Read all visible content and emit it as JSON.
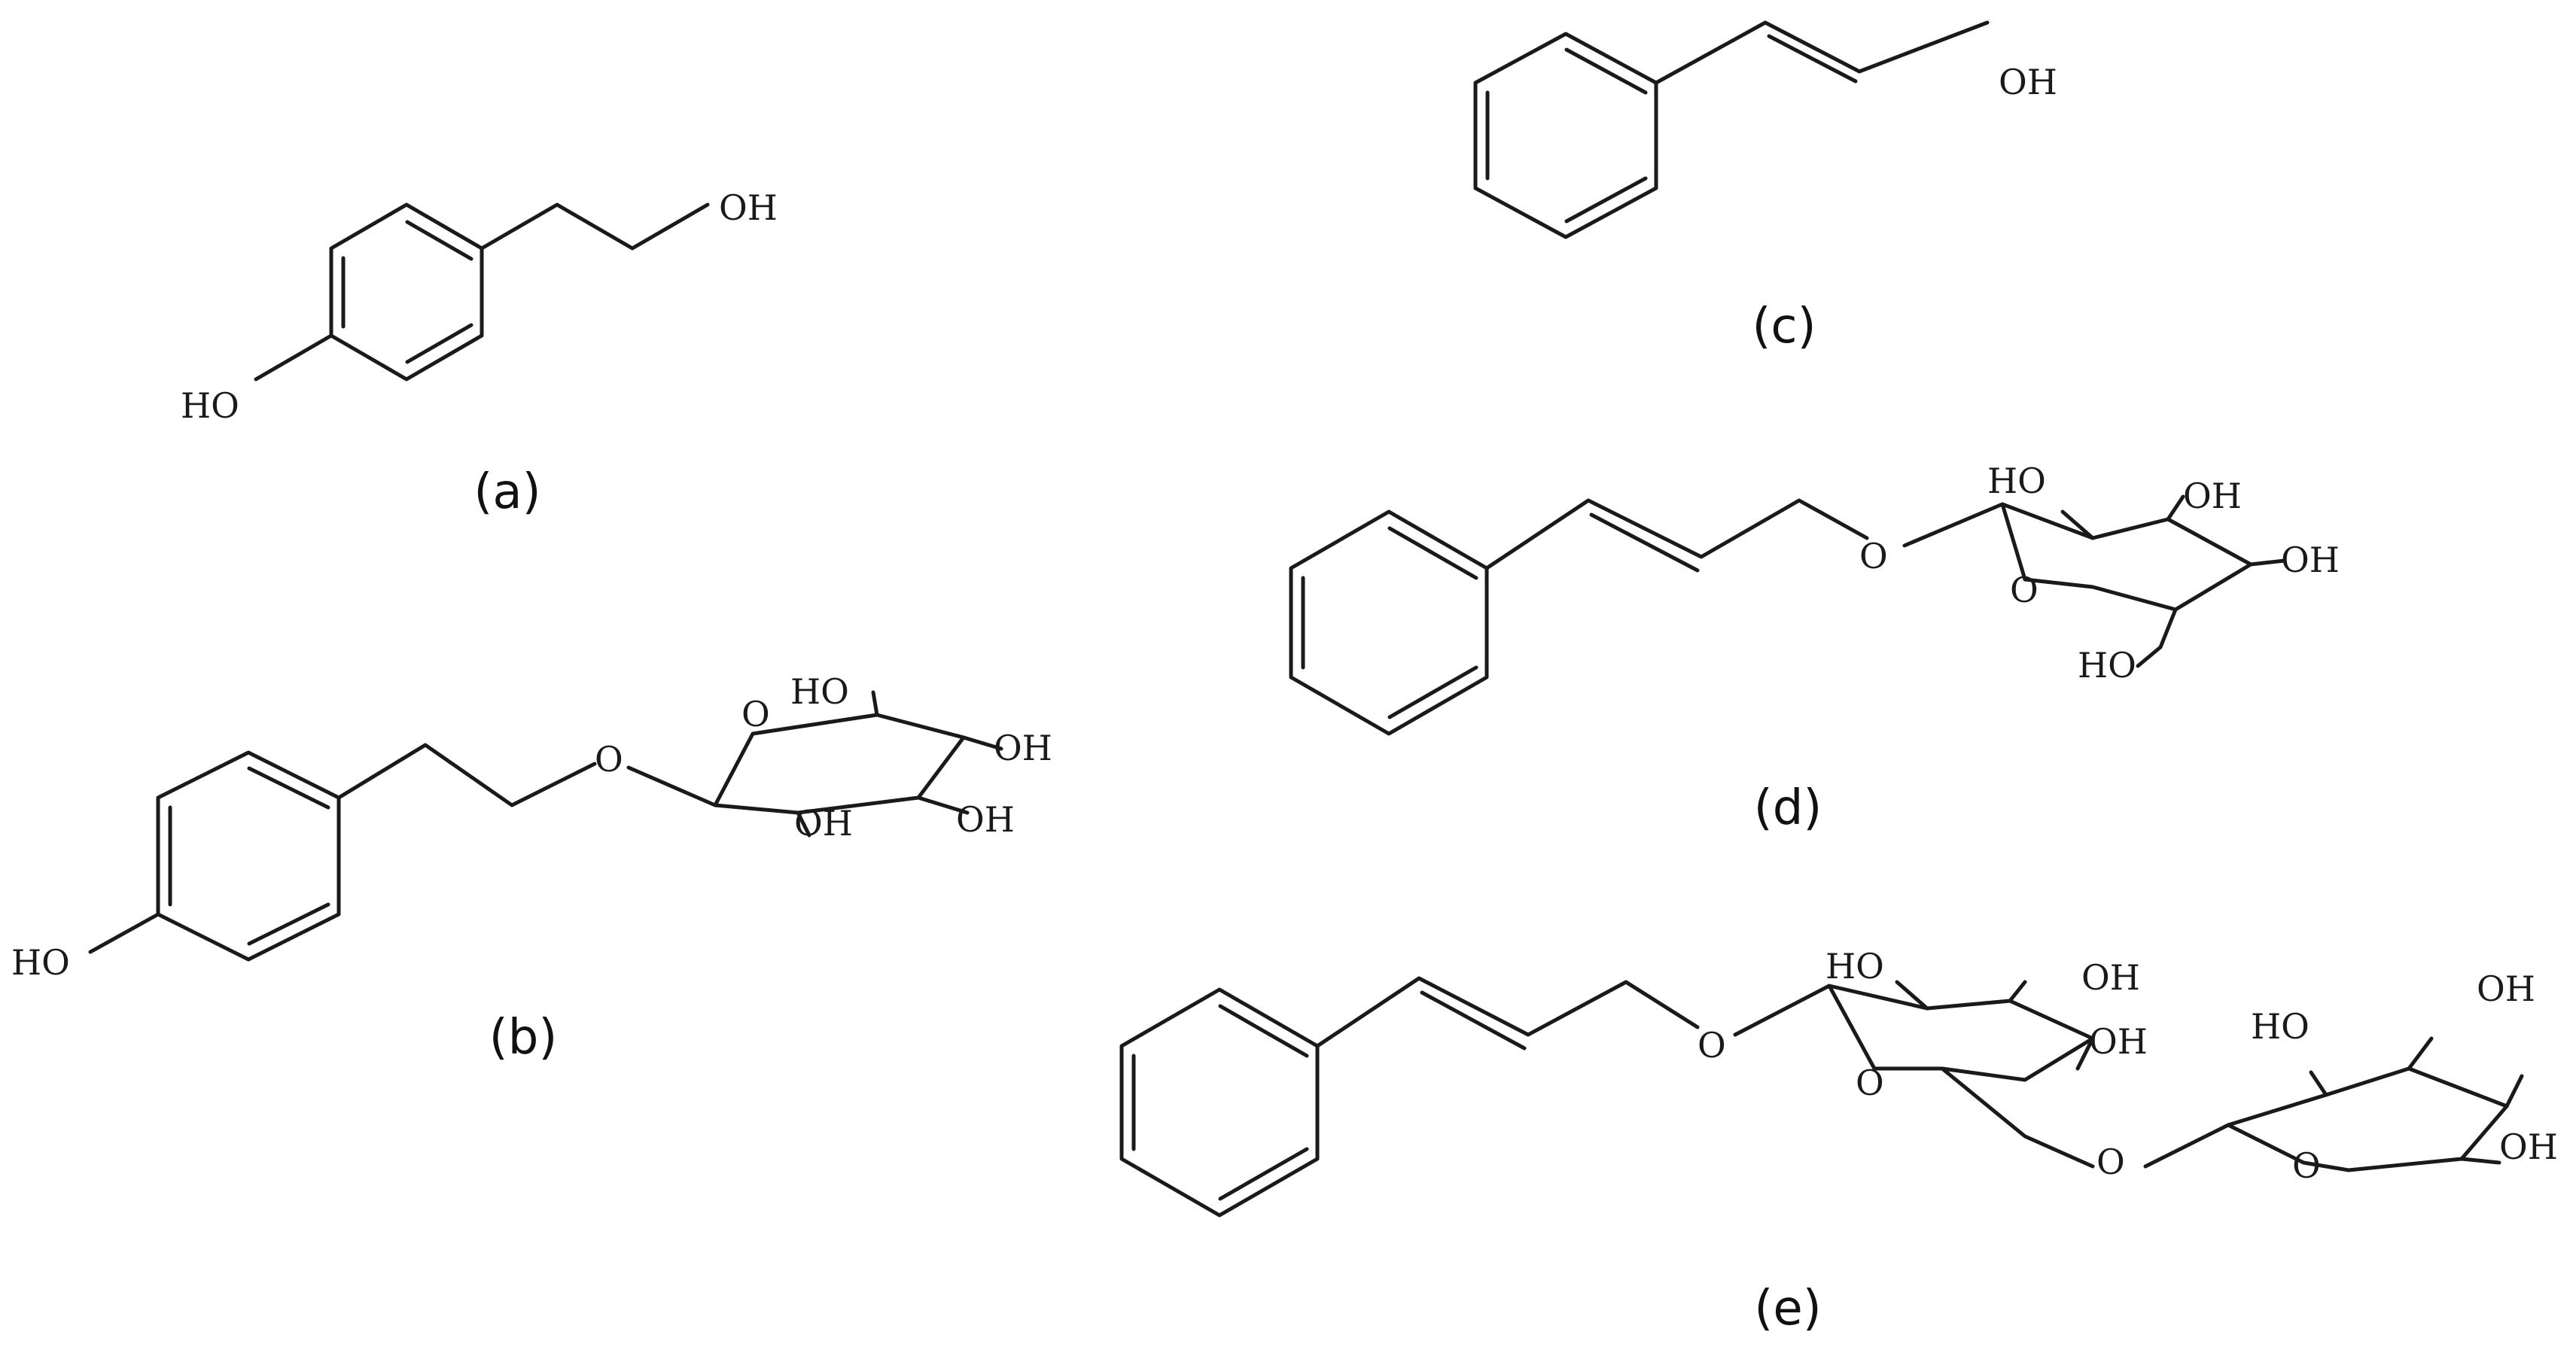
{
  "molecules": [
    {
      "caption": "(a)",
      "labels": [
        "OH",
        "HO"
      ]
    },
    {
      "caption": "(b)",
      "labels": [
        "HO",
        "O",
        "O",
        "HO",
        "OH",
        "OH",
        "OH"
      ]
    },
    {
      "caption": "(c)",
      "labels": [
        "OH"
      ]
    },
    {
      "caption": "(d)",
      "labels": [
        "O",
        "O",
        "HO",
        "OH",
        "OH",
        "HO"
      ]
    },
    {
      "caption": "(e)",
      "labels": [
        "O",
        "O",
        "HO",
        "OH",
        "OH",
        "O",
        "O",
        "HO",
        "OH",
        "OH"
      ]
    }
  ]
}
